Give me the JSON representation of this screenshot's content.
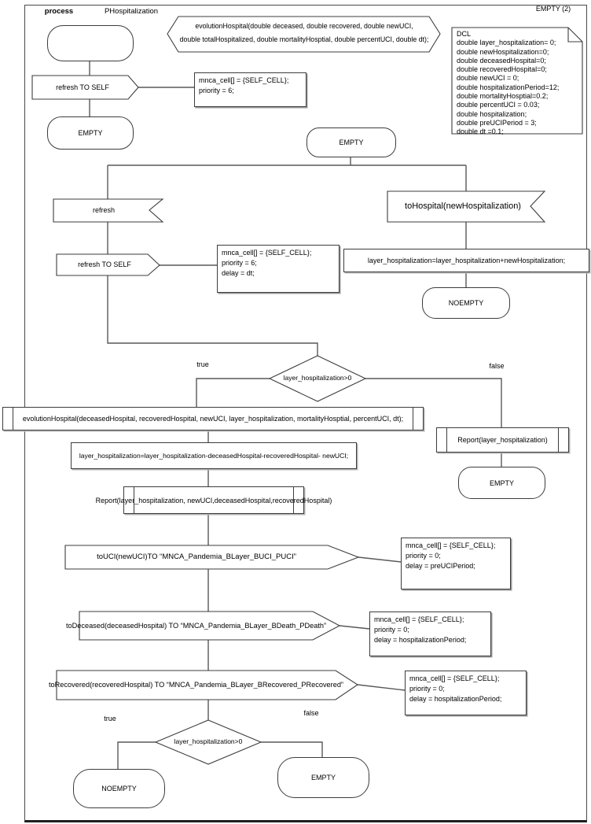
{
  "header": {
    "process_label": "process",
    "process_name": "PHospitalization",
    "empty_ref": "EMPTY (2)"
  },
  "declaration": {
    "line1": "evolutionHospital(double deceased, double recovered, double newUCI,",
    "line2": "double totalHospitalized, double mortalityHosptial, double percentUCI, double dt);"
  },
  "dcl": {
    "lines": [
      "DCL",
      "double layer_hospitalization= 0;",
      "double newHospitalization=0;",
      "double deceasedHospital=0;",
      "double recoveredHospital=0;",
      "double newUCI = 0;",
      "double hospitalizationPeriod=12;",
      "double mortalityHosptial=0.2;",
      "double percentUCI = 0.03;",
      "double hospitalization;",
      "double preUCIPeriod = 3;",
      "double dt =0.1;"
    ]
  },
  "states": {
    "empty_top": "EMPTY",
    "empty_main": "EMPTY",
    "noempty_right": "NOEMPTY",
    "empty_false": "EMPTY",
    "noempty_bottom": "NOEMPTY",
    "empty_bottom": "EMPTY"
  },
  "inputs": {
    "refresh": "refresh",
    "to_hospital": "toHospital(newHospitalization)"
  },
  "outputs": {
    "refresh_self_1": "refresh TO SELF",
    "refresh_self_2": "refresh TO SELF",
    "to_uci": "toUCI(newUCI)TO “MNCA_Pandemia_BLayer_BUCI_PUCI”",
    "to_deceased": "toDeceased(deceasedHospital) TO “MNCA_Pandemia_BLayer_BDeath_PDeath”",
    "to_recovered": "toRecovered(recoveredHospital) TO “MNCA_Pandemia_BLayer_BRecovered_PRecovered”"
  },
  "tasks": {
    "add": "layer_hospitalization=layer_hospitalization+newHospitalization;",
    "subtract": "layer_hospitalization=layer_hospitalization-deceasedHospital-recoveredHospital- newUCI;"
  },
  "calls": {
    "evolution": "evolutionHospital(deceasedHospital, recoveredHospital, newUCI, layer_hospitalization, mortalityHosptial, percentUCI, dt);",
    "report_full": "Report(layer_hospitalization, newUCI,deceasedHospital,recoveredHospital)",
    "report_simple": "Report(layer_hospitalization)"
  },
  "decisions": {
    "d1": "layer_hospitalization>0",
    "d2": "layer_hospitalization>0",
    "true_label": "true",
    "false_label": "false"
  },
  "comments": {
    "c1": {
      "lines": [
        "mnca_cell[] = {SELF_CELL};",
        "priority = 6;"
      ]
    },
    "c2": {
      "lines": [
        "mnca_cell[] = {SELF_CELL};",
        "priority = 6;",
        "delay = dt;"
      ]
    },
    "c3": {
      "lines": [
        "mnca_cell[] = {SELF_CELL};",
        "priority = 0;",
        "delay = preUCIPeriod;"
      ]
    },
    "c4": {
      "lines": [
        "mnca_cell[] = {SELF_CELL};",
        "priority = 0;",
        "delay = hospitalizationPeriod;"
      ]
    },
    "c5": {
      "lines": [
        "mnca_cell[] = {SELF_CELL};",
        "priority = 0;",
        "delay = hospitalizationPeriod;"
      ]
    }
  },
  "colors": {
    "stroke": "#3c3c3c",
    "connector": "#595959",
    "background": "#ffffff"
  }
}
